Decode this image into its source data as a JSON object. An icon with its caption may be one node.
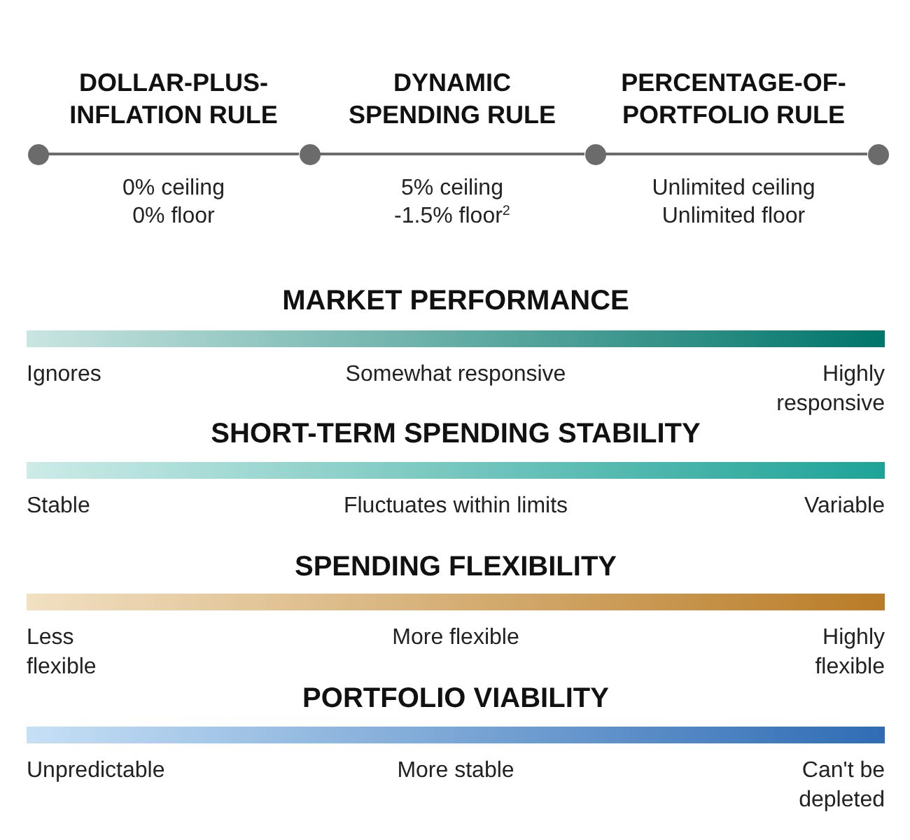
{
  "diagram": {
    "nodes": [
      {
        "text": [],
        "shape": "circle"
      },
      {
        "text": [],
        "shape": "circle"
      },
      {
        "text": [],
        "shape": "circle"
      },
      {
        "text": [],
        "shape": "circle"
      },
      {
        "text": [
          "MARKET PERFORMANCE",
          "Ignores",
          "Somewhat responsive",
          "Highly responsive"
        ]
      },
      {
        "text": [
          "SHORT-TERM SPENDING STABILITY",
          "Stable",
          "Fluctuates within limits",
          "Variable"
        ]
      },
      {
        "text": [
          "SPENDING FLEXIBILITY",
          "Less flexible",
          "More flexible",
          "Highly flexible"
        ]
      },
      {
        "text": [
          "PORTFOLIO VIABILITY",
          "Unpredictable",
          "More stable",
          "Can't be depleted"
        ]
      }
    ],
    "edges": [
      {
        "from": 0,
        "to": 1,
        "arrow": "none"
      },
      {
        "from": 1,
        "to": 2,
        "arrow": "none"
      },
      {
        "from": 2,
        "to": 3,
        "arrow": "none"
      }
    ],
    "labels": [
      "DOLLAR-PLUS-INFLATION RULE",
      "DYNAMIC SPENDING RULE",
      "PERCENTAGE-OF-PORTFOLIO RULE",
      "0% ceiling",
      "5% ceiling",
      "Unlimited ceiling",
      "0% floor",
      "-1.5% floor$^{2}$",
      "Unlimited floor"
    ]
  }
}
